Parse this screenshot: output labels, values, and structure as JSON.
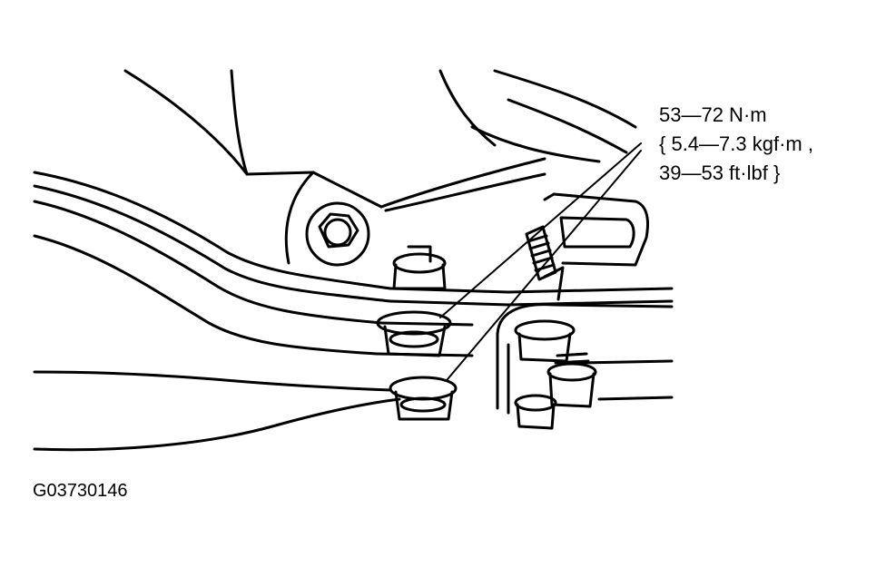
{
  "callout": {
    "torque_nm": "53—72 N·m",
    "torque_kgf": "{ 5.4—7.3 kgf·m ,",
    "torque_ftlbf": "39—53 ft·lbf }"
  },
  "figure_id": "G03730146",
  "colors": {
    "ink": "#000000",
    "paper": "#ffffff"
  }
}
